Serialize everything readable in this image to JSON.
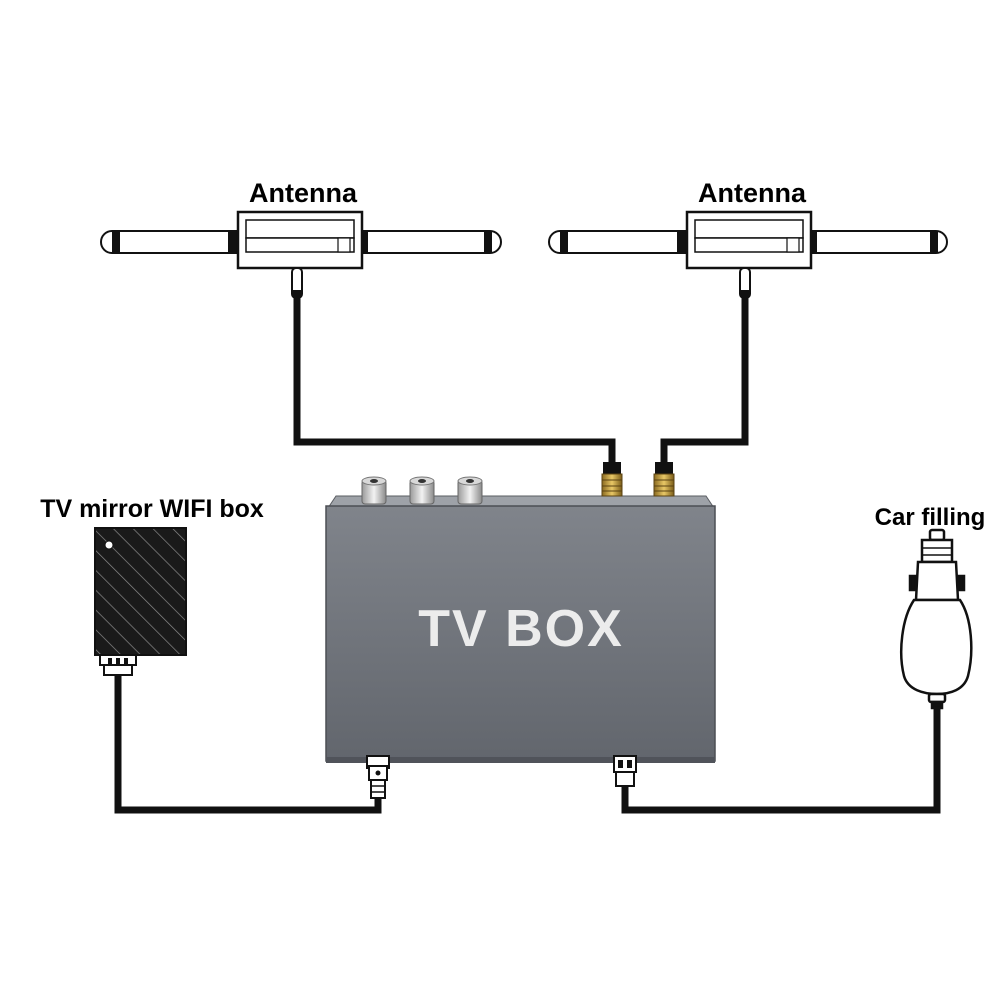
{
  "labels": {
    "antenna_left": "Antenna",
    "antenna_right": "Antenna",
    "wifi_box": "TV mirror WIFI box",
    "car_charger": "Car filling",
    "tv_box": "TV BOX"
  },
  "colors": {
    "cable": "#111111",
    "box_body": "#73777e",
    "box_text": "#ececec",
    "wifi_box": "#1c1c1c",
    "gold_connector": "#c9a341",
    "background": "#ffffff"
  }
}
